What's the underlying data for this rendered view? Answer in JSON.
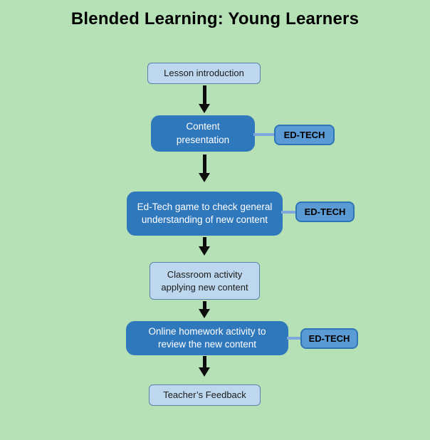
{
  "title": "Blended Learning: Young Learners",
  "colors": {
    "background": "#b6e1b7",
    "dark_box_fill": "#2f78bc",
    "light_box_fill": "#bdd8ee",
    "light_box_border": "#5a82ad",
    "badge_fill": "#5b9bd5",
    "badge_border": "#2e75b6",
    "connector": "#7fa9dc",
    "arrow": "#0d0d0d",
    "title_color": "#000000",
    "dark_text": "#ffffff",
    "light_text": "#1a1a1a"
  },
  "flowchart": {
    "badge_label": "ED-TECH",
    "nodes": [
      {
        "id": "lesson-introduction",
        "label": "Lesson introduction",
        "style": "light",
        "ed_tech_badge": false
      },
      {
        "id": "content-presentation",
        "label": "Content presentation",
        "style": "dark",
        "ed_tech_badge": true
      },
      {
        "id": "edtech-game",
        "label": "Ed-Tech game to check general understanding of new content",
        "style": "dark",
        "ed_tech_badge": true
      },
      {
        "id": "classroom-activity",
        "label": "Classroom activity applying new content",
        "style": "light",
        "ed_tech_badge": false
      },
      {
        "id": "online-homework",
        "label": "Online homework activity to review the new content",
        "style": "dark",
        "ed_tech_badge": true
      },
      {
        "id": "teachers-feedback",
        "label": "Teacher’s Feedback",
        "style": "light",
        "ed_tech_badge": false
      }
    ],
    "edges": [
      {
        "from": "lesson-introduction",
        "to": "content-presentation"
      },
      {
        "from": "content-presentation",
        "to": "edtech-game"
      },
      {
        "from": "edtech-game",
        "to": "classroom-activity"
      },
      {
        "from": "classroom-activity",
        "to": "online-homework"
      },
      {
        "from": "online-homework",
        "to": "teachers-feedback"
      }
    ]
  }
}
